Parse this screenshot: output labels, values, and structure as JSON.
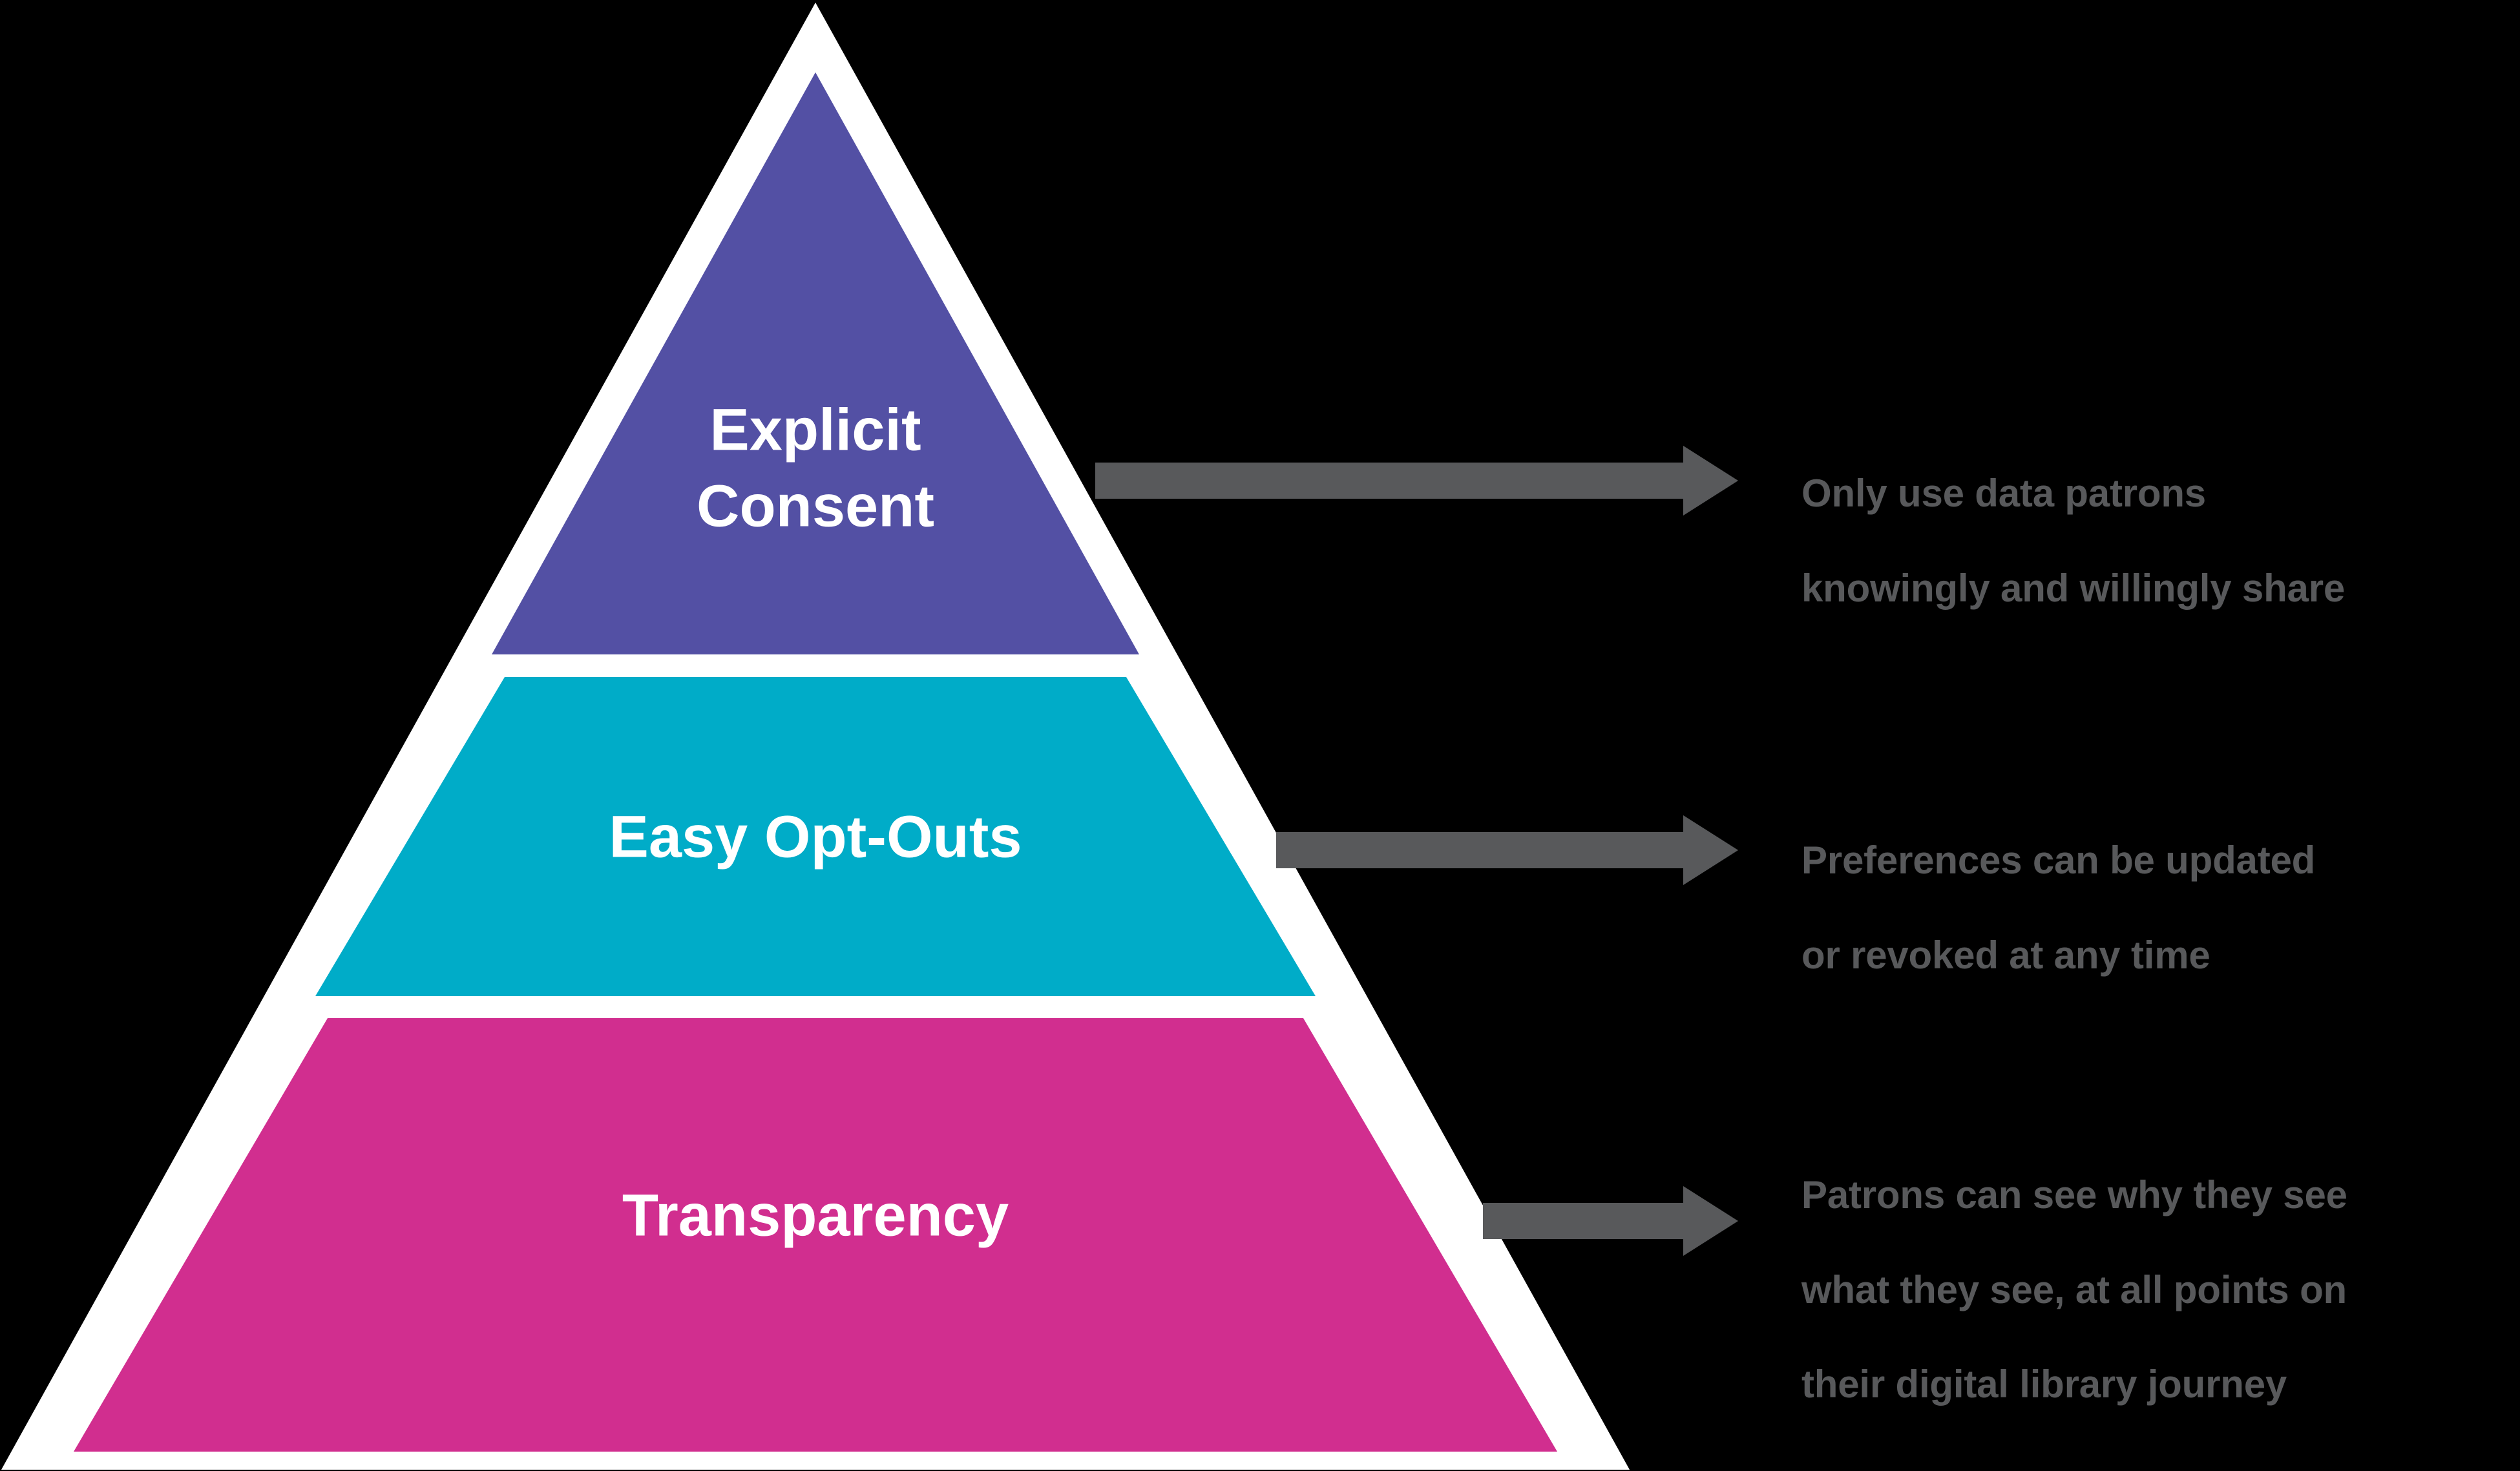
{
  "diagram": {
    "type": "pyramid",
    "title": "",
    "background_color": "#000000",
    "outline_color": "#FFFFFF",
    "arrow_color": "#58595B",
    "annotation_color": "#58595B",
    "tiers": [
      {
        "id": "tier-explicit-consent",
        "label": "Explicit\nConsent",
        "label_line1": "Explicit",
        "label_line2": "Consent",
        "color": "#5350A4",
        "level": 1,
        "annotation": "Only use data patrons\nknowingly and willingly share",
        "annotation_line1": "Only use data patrons",
        "annotation_line2": "knowingly and willingly share"
      },
      {
        "id": "tier-easy-opt-outs",
        "label": "Easy Opt-Outs",
        "label_line1": "Easy Opt-Outs",
        "label_line2": "",
        "color": "#00ACC8",
        "level": 2,
        "annotation": "Preferences can be updated\nor revoked at any time",
        "annotation_line1": "Preferences can be updated",
        "annotation_line2": "or revoked at any time"
      },
      {
        "id": "tier-transparency",
        "label": "Transparency",
        "label_line1": "Transparency",
        "label_line2": "",
        "color": "#D12E8F",
        "level": 3,
        "annotation": "Patrons can see why they see\nwhat they see, at all points on\ntheir digital library journey",
        "annotation_line1": "Patrons can see why they see",
        "annotation_line2": "what they see, at all points on",
        "annotation_line3": "their digital library journey"
      }
    ],
    "arrows": [
      {
        "id": "arrow-to-explicit-consent",
        "name": "arrow-right"
      },
      {
        "id": "arrow-to-easy-opt-outs",
        "name": "arrow-right"
      },
      {
        "id": "arrow-to-transparency",
        "name": "arrow-right"
      }
    ]
  }
}
